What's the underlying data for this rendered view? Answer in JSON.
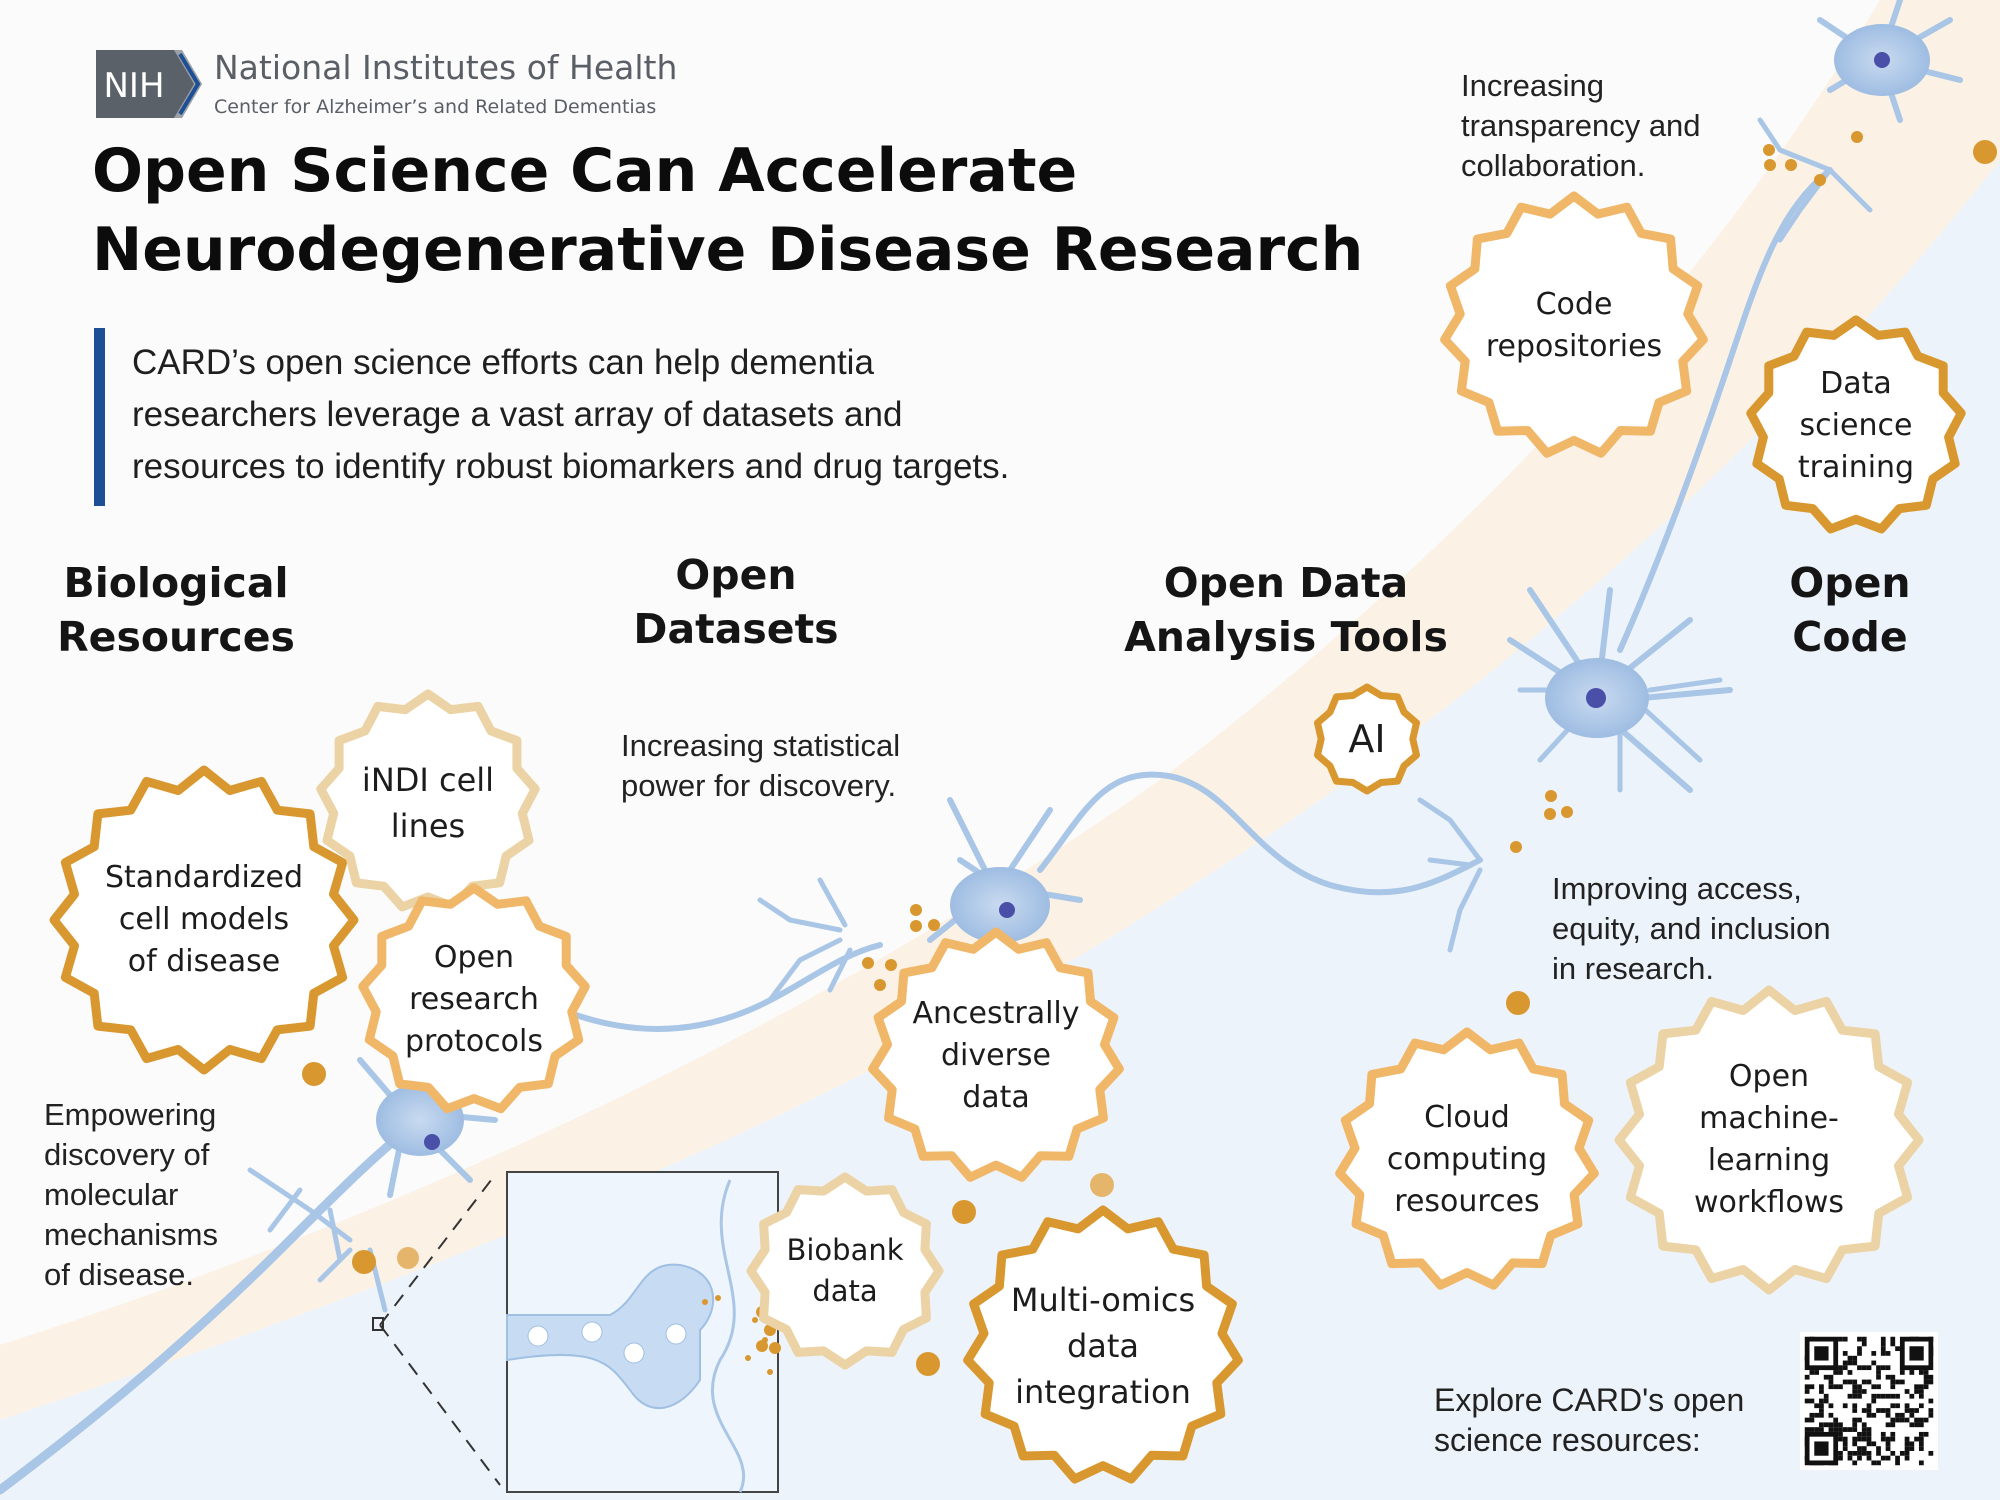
{
  "org": {
    "logo_text": "NIH",
    "name": "National Institutes of Health",
    "subtitle": "Center for Alzheimer’s and Related Dementias"
  },
  "title": {
    "line1": "Open Science Can Accelerate",
    "line2": "Neurodegenerative Disease Research"
  },
  "intro": {
    "line1": "CARD’s open science efforts can help dementia",
    "line2": "researchers leverage a vast array of datasets and",
    "line3": "resources to identify robust biomarkers and drug targets."
  },
  "headings": {
    "biological": [
      "Biological",
      "Resources"
    ],
    "datasets": [
      "Open",
      "Datasets"
    ],
    "tools": [
      "Open Data",
      "Analysis Tools"
    ],
    "code": [
      "Open",
      "Code"
    ]
  },
  "notes": {
    "molecular": [
      "Empowering",
      "discovery of",
      "molecular",
      "mechanisms",
      "of disease."
    ],
    "statistical": [
      "Increasing statistical",
      "power for discovery."
    ],
    "transparency": [
      "Increasing",
      "transparency and",
      "collaboration."
    ],
    "access": [
      "Improving access,",
      "equity, and inclusion",
      "in research."
    ]
  },
  "bubbles": {
    "standardized": [
      "Standardized",
      "cell models",
      "of disease"
    ],
    "indi": [
      "iNDI cell",
      "lines"
    ],
    "protocols": [
      "Open",
      "research",
      "protocols"
    ],
    "ancestrally": [
      "Ancestrally",
      "diverse",
      "data"
    ],
    "biobank": [
      "Biobank",
      "data"
    ],
    "multiomics": [
      "Multi-omics",
      "data",
      "integration"
    ],
    "ai": [
      "AI"
    ],
    "code_repos": [
      "Code",
      "repositories"
    ],
    "ds_training": [
      "Data",
      "science",
      "training"
    ],
    "cloud": [
      "Cloud",
      "computing",
      "resources"
    ],
    "ml": [
      "Open",
      "machine-",
      "learning",
      "workflows"
    ]
  },
  "qr_caption": [
    "Explore CARD's open",
    "science resources:"
  ],
  "colors": {
    "neuron": "#a9c6e6",
    "nucleus": "#4a4fa8",
    "badge_dark": "#d9982f",
    "badge_mid": "#f0b768",
    "badge_light": "#ecd3a6",
    "accent_bar": "#1c4f96",
    "logo_bg": "#5b6168"
  }
}
